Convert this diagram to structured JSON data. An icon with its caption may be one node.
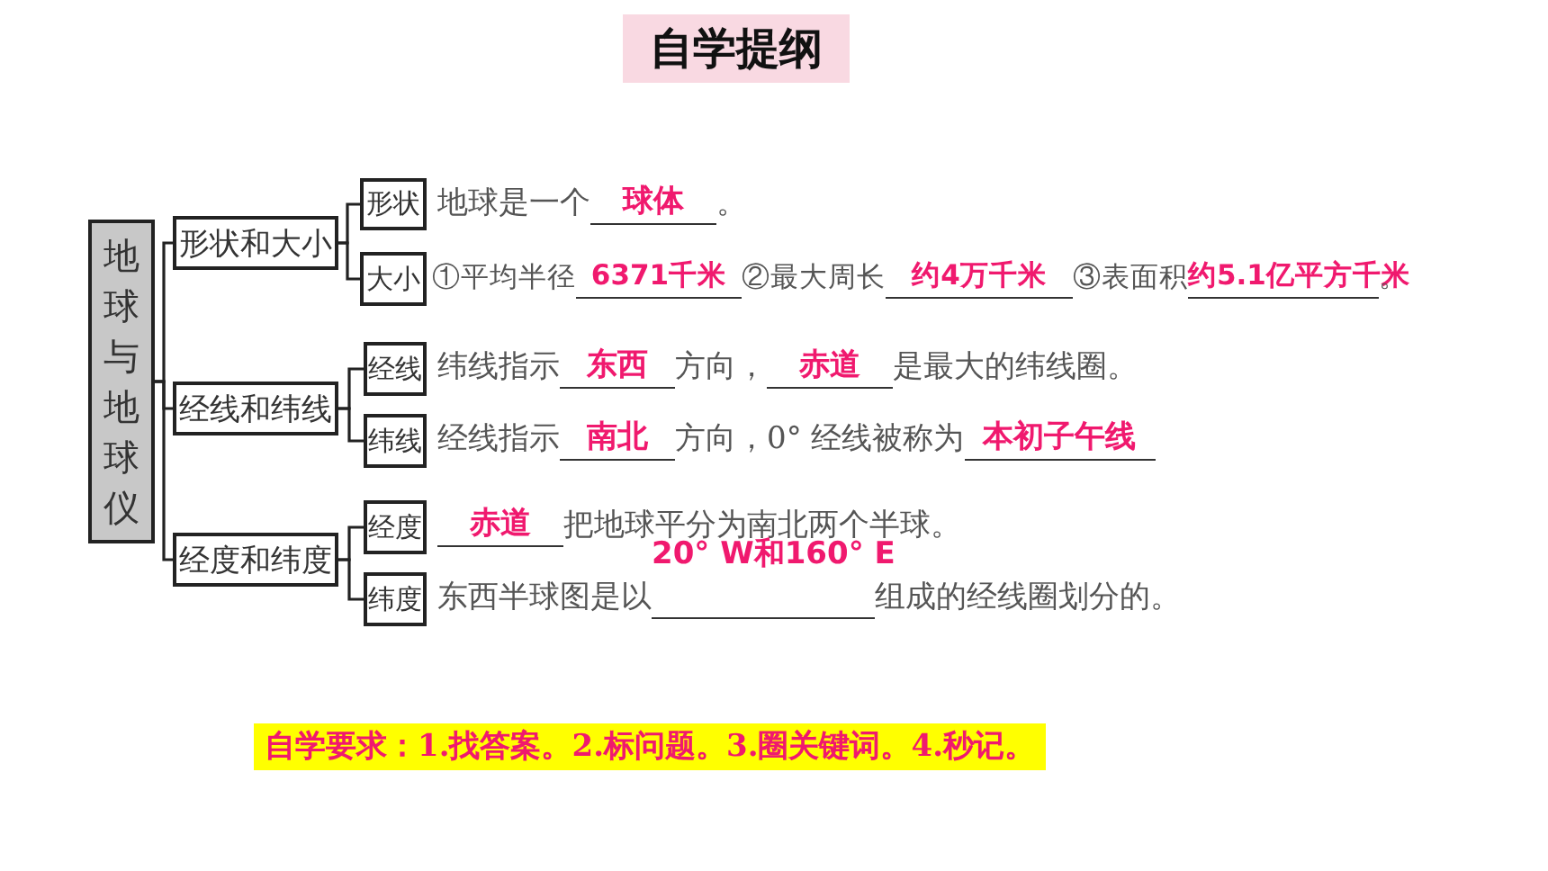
{
  "diagram": {
    "title": "自学提纲",
    "nodes": [
      {
        "text": [
          "地球与地球仪"
        ]
      },
      {
        "text": [
          "形状和大小"
        ]
      },
      {
        "text": [
          "经线和纬线"
        ]
      },
      {
        "text": [
          "经度和纬度"
        ]
      },
      {
        "text": [
          "形状"
        ],
        "beside": [
          "地球是一个",
          "球体",
          "。"
        ]
      },
      {
        "text": [
          "大小"
        ],
        "beside": [
          "①平均半径",
          "6371千米",
          "②最大周长",
          "约4万千米",
          "③表面积",
          "约5.1亿平方千米",
          "。"
        ]
      },
      {
        "text": [
          "经线"
        ],
        "beside": [
          "纬线指示",
          "东西",
          "方向，",
          "赤道",
          "是最大的纬线圈。"
        ]
      },
      {
        "text": [
          "纬线"
        ],
        "beside": [
          "经线指示",
          "南北",
          "方向，0° 经线被称为",
          "本初子午线"
        ]
      },
      {
        "text": [
          "经度"
        ],
        "beside": [
          "赤道",
          "把地球平分为南北两个半球。"
        ]
      },
      {
        "text": [
          "纬度"
        ],
        "beside": [
          "东西半球图是以",
          "20° W和160° E",
          "组成的经线圈划分的。"
        ]
      }
    ],
    "edges": [
      {
        "from": 0,
        "to": 1,
        "arrow": "none"
      },
      {
        "from": 0,
        "to": 2,
        "arrow": "none"
      },
      {
        "from": 0,
        "to": 3,
        "arrow": "none"
      },
      {
        "from": 1,
        "to": 4,
        "arrow": "none"
      },
      {
        "from": 1,
        "to": 5,
        "arrow": "none"
      },
      {
        "from": 2,
        "to": 6,
        "arrow": "none"
      },
      {
        "from": 2,
        "to": 7,
        "arrow": "none"
      },
      {
        "from": 3,
        "to": 8,
        "arrow": "none"
      },
      {
        "from": 3,
        "to": 9,
        "arrow": "none"
      }
    ],
    "labels": [
      "自学要求：1.找答案。2.标问题。3.圈关键词。4.秒记。"
    ]
  }
}
